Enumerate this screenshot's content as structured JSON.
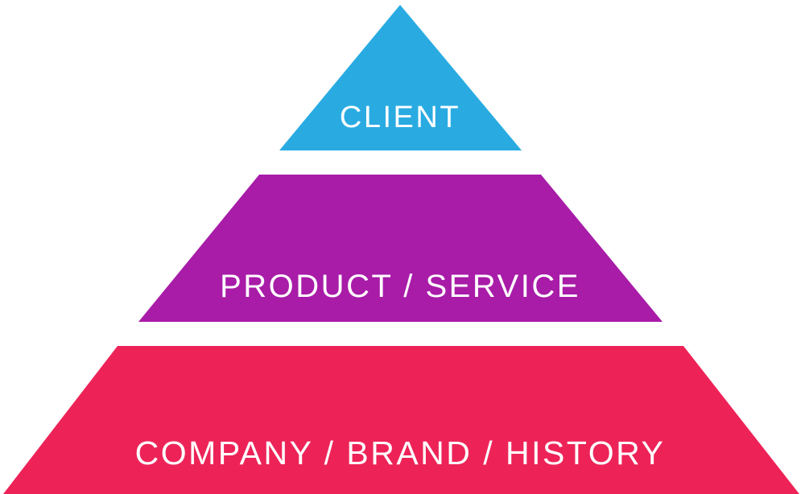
{
  "diagram": {
    "type": "pyramid",
    "background_color": "#FFFFFF",
    "text_color": "#FFFFFF",
    "levels": [
      {
        "id": "client",
        "label": "CLIENT",
        "color": "#29ABE2"
      },
      {
        "id": "product",
        "label": "PRODUCT / SERVICE",
        "color": "#A81CA8"
      },
      {
        "id": "company",
        "label": "COMPANY / BRAND / HISTORY",
        "color": "#ED2358"
      }
    ]
  }
}
